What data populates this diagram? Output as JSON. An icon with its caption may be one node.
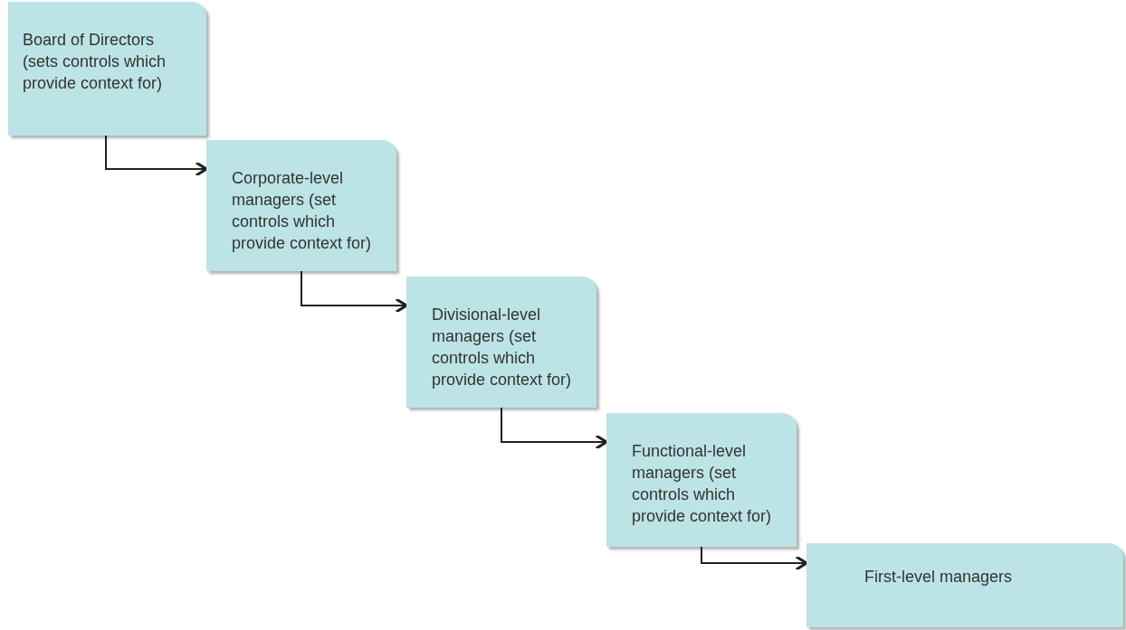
{
  "diagram": {
    "nodes": [
      {
        "text": [
          "Board of Directors (sets controls which provide context for)"
        ]
      },
      {
        "text": [
          "Corporate-level managers (set controls which provide context for)"
        ]
      },
      {
        "text": [
          "Divisional-level managers (set controls which provide context for)"
        ]
      },
      {
        "text": [
          "Functional-level managers (set controls which provide context for)"
        ]
      },
      {
        "text": [
          "First-level managers"
        ]
      }
    ],
    "edges": [
      {
        "from": 0,
        "to": 1,
        "arrow": "to"
      },
      {
        "from": 1,
        "to": 2,
        "arrow": "to"
      },
      {
        "from": 2,
        "to": 3,
        "arrow": "to"
      },
      {
        "from": 3,
        "to": 4,
        "arrow": "to"
      }
    ]
  }
}
